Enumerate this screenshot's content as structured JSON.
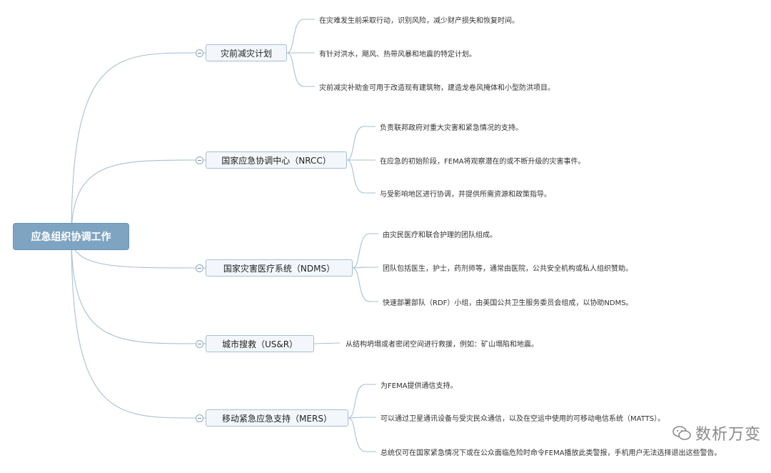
{
  "root": {
    "label": "应急组织协调工作"
  },
  "branches": [
    {
      "label": "灾前减灾计划",
      "leaves": [
        "在灾难发生前采取行动，识别风险，减少财产损失和恢复时间。",
        "有针对洪水，飓风、热带风暴和地震的特定计划。",
        "灾前减灾补助金可用于改造现有建筑物，建造龙卷风掩体和小型防洪项目。"
      ]
    },
    {
      "label": "国家应急协调中心（NRCC）",
      "leaves": [
        "负责联邦政府对重大灾害和紧急情况的支持。",
        "在应急的初始阶段，FEMA将观察潜在的或不断升级的灾害事件。",
        "与受影响地区进行协调，并提供所需资源和政策指导。"
      ]
    },
    {
      "label": "国家灾害医疗系统（NDMS）",
      "leaves": [
        "由灾民医疗和联合护理的团队组成。",
        "团队包括医生，护士，药剂师等，通常由医院，公共安全机构或私人组织赞助。",
        "快速部署部队（RDF）小组，由美国公共卫生服务委员会组成，以协助NDMS。"
      ]
    },
    {
      "label": "城市搜救（US&R）",
      "leaves": [
        "从结构坍塌或者密闭空间进行救援，例如：矿山塌陷和地震。"
      ]
    },
    {
      "label": "移动紧急应急支持（MERS）",
      "leaves": [
        "为FEMA提供通信支持。",
        "可以通过卫星通讯设备与受灾民众通信，以及在空运中使用的可移动电信系统（MATTS）。",
        "总统仅可在国家紧急情况下或在公众面临危险时命令FEMA播放此类警报，手机用户无法选择退出这些警告。"
      ]
    }
  ],
  "watermark": {
    "text": "数析万变",
    "icon": "wechat-icon"
  },
  "colors": {
    "line": "#a9bfd3",
    "root_bg": "#7ea4c2",
    "branch_bg": "#f3f7fb",
    "branch_border": "#a7bdd2"
  }
}
